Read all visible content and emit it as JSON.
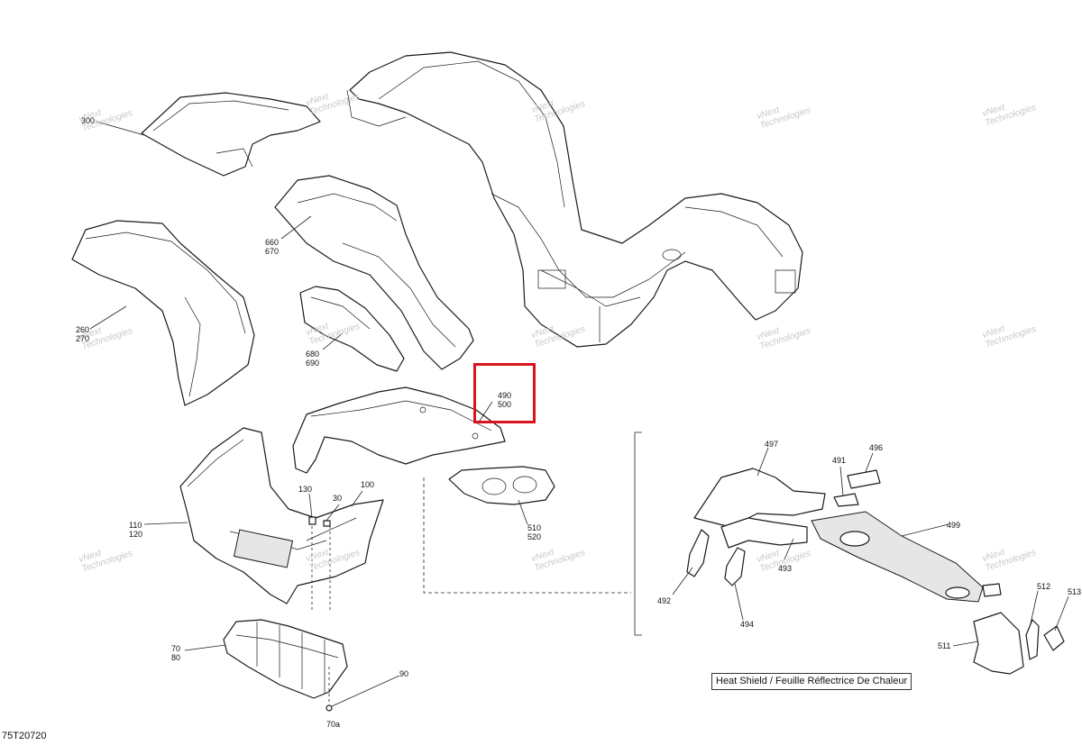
{
  "drawing_code": "75T20720",
  "caption": "Heat Shield / Feuille Réflectrice De Chaleur",
  "watermark": {
    "line1": "vNext",
    "line2": "Technologies"
  },
  "callouts": {
    "c300": "300",
    "c660": "660",
    "c670": "670",
    "c260": "260",
    "c270": "270",
    "c680": "680",
    "c690": "690",
    "c490": "490",
    "c500": "500",
    "c130": "130",
    "c30": "30",
    "c100": "100",
    "c110": "110",
    "c120": "120",
    "c510": "510",
    "c520": "520",
    "c70": "70",
    "c80": "80",
    "c90": "90",
    "c70a": "70a",
    "c497": "497",
    "c491": "491",
    "c496": "496",
    "c499": "499",
    "c492": "492",
    "c493": "493",
    "c494": "494",
    "c512": "512",
    "c513": "513",
    "c511": "511"
  },
  "highlight_color": "#d8141c"
}
